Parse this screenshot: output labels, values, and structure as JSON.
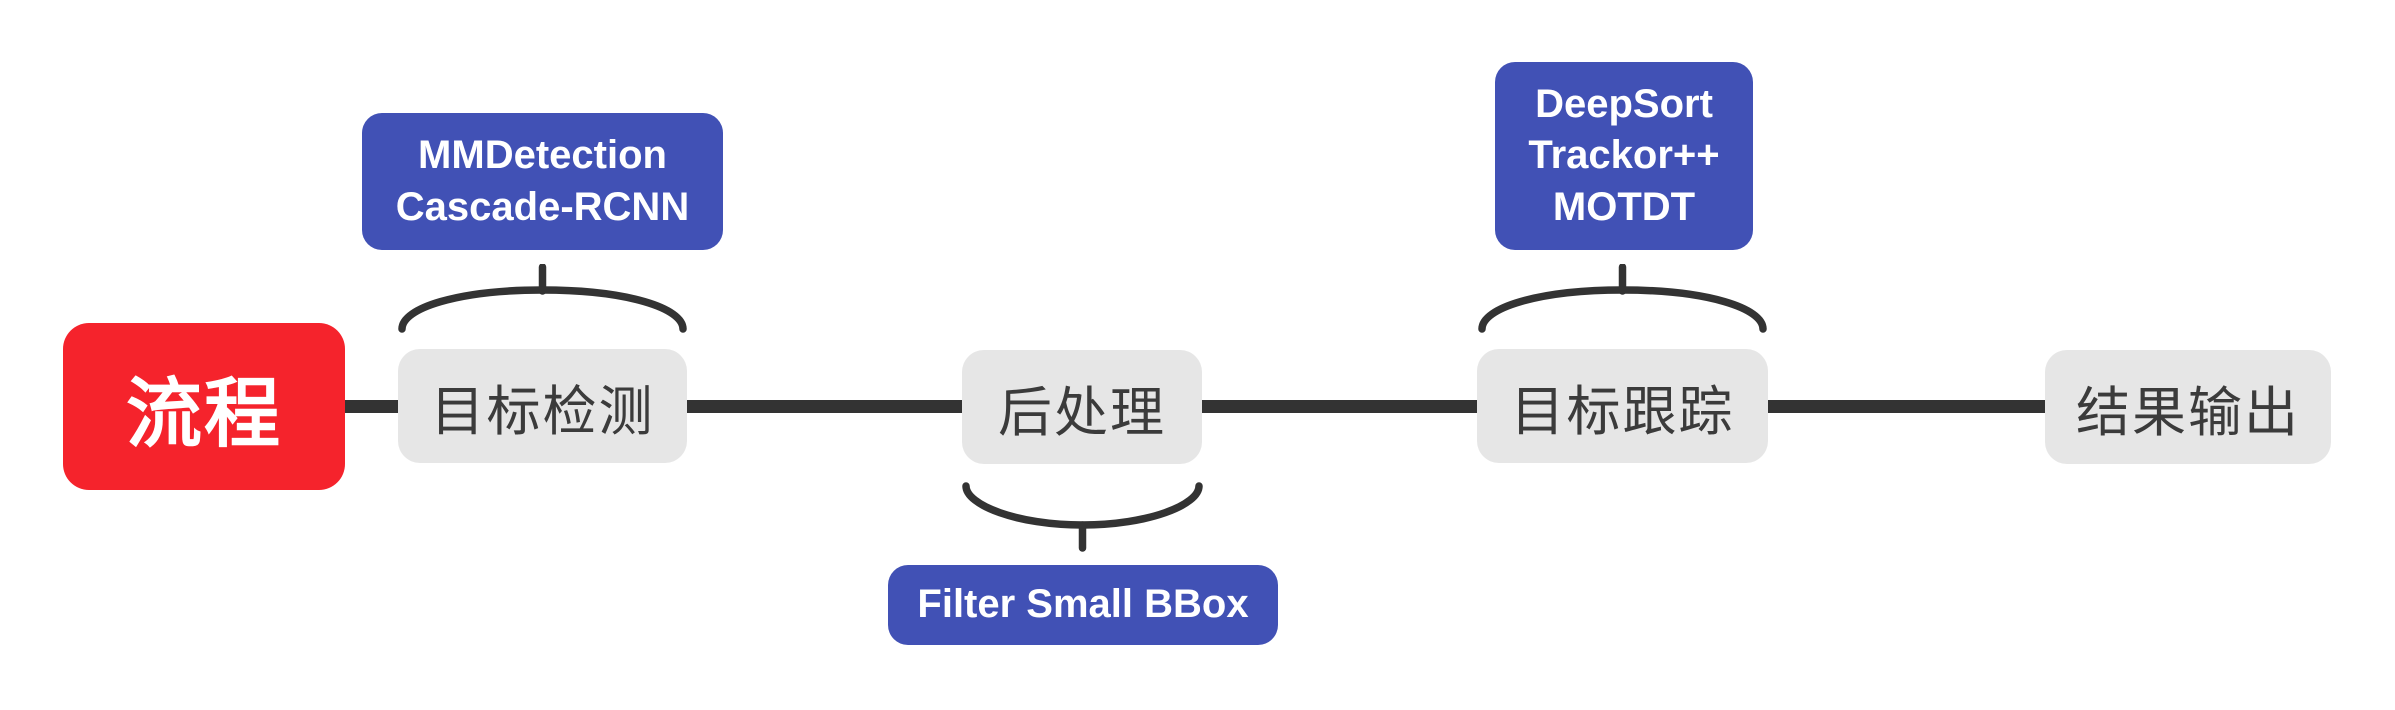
{
  "colors": {
    "background": "#FFFFFF",
    "root_fill": "#F5232C",
    "root_text": "#FFFFFF",
    "topic_fill": "#E6E6E6",
    "topic_text": "#3B3B3B",
    "callout_fill": "#4151B5",
    "callout_text": "#FFFFFF",
    "connector": "#333333"
  },
  "root": {
    "label": "流程"
  },
  "topics": [
    {
      "label": "目标检测"
    },
    {
      "label": "后处理"
    },
    {
      "label": "目标跟踪"
    },
    {
      "label": "结果输出"
    }
  ],
  "callouts": [
    {
      "attached_to": "目标检测",
      "position": "above",
      "lines": [
        "MMDetection",
        "Cascade-RCNN"
      ]
    },
    {
      "attached_to": "后处理",
      "position": "below",
      "lines": [
        "Filter Small BBox"
      ]
    },
    {
      "attached_to": "目标跟踪",
      "position": "above",
      "lines": [
        "DeepSort",
        "Trackor++",
        "MOTDT"
      ]
    }
  ]
}
